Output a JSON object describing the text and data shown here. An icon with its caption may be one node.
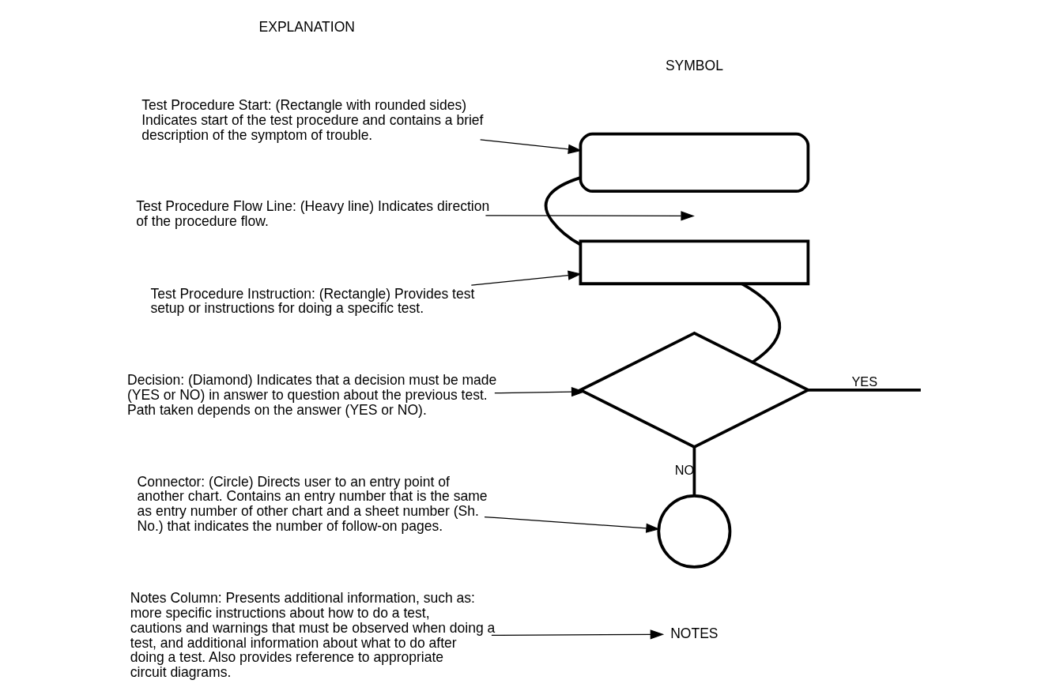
{
  "diagram": {
    "nodes": [
      {
        "text": [],
        "shape": "oval"
      },
      {
        "text": [],
        "shape": "box"
      },
      {
        "text": [],
        "shape": "diamond"
      },
      {
        "text": [],
        "shape": "circle"
      },
      {
        "text": [
          "NOTES"
        ]
      },
      {
        "text": [
          "Test Procedure Start: (Rectangle with rounded sides) Indicates start of the test procedure and contains a brief description of the symptom of trouble."
        ]
      },
      {
        "text": [
          "Test Procedure Flow Line: (Heavy line) Indicates direction of the procedure flow."
        ]
      },
      {
        "text": [
          "Test Procedure Instruction: (Rectangle) Provides test setup or instructions for doing a specific test."
        ]
      },
      {
        "text": [
          "Decision: (Diamond) Indicates that a decision must be made (YES or NO) in answer to question about the previous test. Path taken depends on the answer (YES or NO)."
        ]
      },
      {
        "text": [
          "Connector: (Circle) Directs user to an entry point of another chart. Contains an entry number that is the same as entry number of other chart and a sheet number (Sh. No.) that indicates the number of follow-on pages."
        ]
      },
      {
        "text": [
          "Notes Column: Presents additional information, such as: more specific instructions about how to do a test, cautions and warnings that must be observed when doing a test, and additional information about what to do after doing a test. Also provides reference to appropriate circuit diagrams."
        ]
      }
    ],
    "edges": [
      {
        "from": 0,
        "to": 1,
        "arrow": "none",
        "style": "thick"
      },
      {
        "from": 1,
        "to": 2,
        "arrow": "none",
        "style": "thick"
      },
      {
        "from": 2,
        "to": null,
        "arrow": "none",
        "style": "thick",
        "label": "YES"
      },
      {
        "from": 2,
        "to": 3,
        "arrow": "none",
        "style": "thick",
        "label": "NO"
      },
      {
        "from": 5,
        "to": 0,
        "arrow": "to"
      },
      {
        "from": 6,
        "to": null,
        "arrow": "to"
      },
      {
        "from": 7,
        "to": 1,
        "arrow": "to"
      },
      {
        "from": 8,
        "to": 2,
        "arrow": "to"
      },
      {
        "from": 9,
        "to": 3,
        "arrow": "to"
      },
      {
        "from": 10,
        "to": 4,
        "arrow": "to"
      }
    ],
    "labels": [
      "SYMBOL",
      "EXPLANATION"
    ]
  }
}
